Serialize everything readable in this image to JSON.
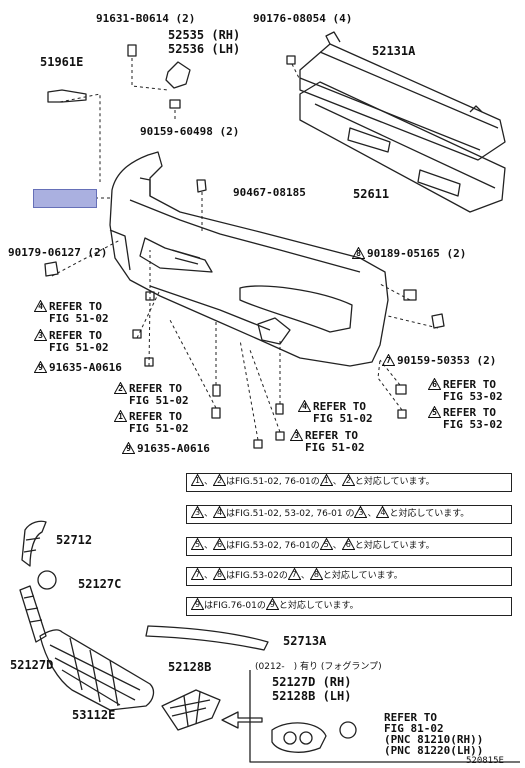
{
  "parts": {
    "p91631": "91631-B0614 (2)",
    "p52535": "52535 (RH)",
    "p52536": "52536 (LH)",
    "p90176": "90176-08054 (4)",
    "p52131A": "52131A",
    "p51961E": "51961E",
    "p90159a": "90159-60498 (2)",
    "p52611": "52611",
    "p90467": "90467-08185",
    "p90179": "90179-06127 (2)",
    "p90189": "90189-05165 (2)",
    "p91635a": "91635-A0616",
    "p90159b": "90159-50353 (2)",
    "p91635b": "91635-A0616",
    "p52712": "52712",
    "p52127C": "52127C",
    "p52127D": "52127D",
    "p53112E": "53112E",
    "p52128B": "52128B",
    "p52713A": "52713A",
    "p52127D_rh": "52127D (RH)",
    "p52128B_lh": "52128B (LH)"
  },
  "refs": {
    "r4": {
      "tri": "4",
      "l1": "REFER TO",
      "l2": "FIG 51-02"
    },
    "r3": {
      "tri": "3",
      "l1": "REFER TO",
      "l2": "FIG 51-02"
    },
    "r9": {
      "tri": "9"
    },
    "r2": {
      "tri": "2",
      "l1": "REFER TO",
      "l2": "FIG 51-02"
    },
    "r1": {
      "tri": "1",
      "l1": "REFER TO",
      "l2": "FIG 51-02"
    },
    "r4b": {
      "tri": "4",
      "l1": "REFER TO",
      "l2": "FIG 51-02"
    },
    "r3b": {
      "tri": "3",
      "l1": "REFER TO",
      "l2": "FIG 51-02"
    },
    "r9b": {
      "tri": "9"
    },
    "r6": {
      "tri": "6",
      "l1": "REFER TO",
      "l2": "FIG 53-02"
    },
    "r5": {
      "tri": "5",
      "l1": "REFER TO",
      "l2": "FIG 53-02"
    },
    "r8": {
      "tri": "8"
    },
    "r7": {
      "tri": "7"
    }
  },
  "notes": [
    {
      "a": "1",
      "b": "2",
      "mid": "はFIG.51-02, 76-01の",
      "c": "1",
      "d": "2",
      "end": "と対応しています。"
    },
    {
      "a": "3",
      "b": "4",
      "mid": "はFIG.51-02, 53-02, 76-01 の",
      "c": "3",
      "d": "4",
      "end": "と対応しています。"
    },
    {
      "a": "5",
      "b": "6",
      "mid": "はFIG.53-02, 76-01の",
      "c": "5",
      "d": "6",
      "end": "と対応しています。"
    },
    {
      "a": "7",
      "b": "8",
      "mid": "はFIG.53-02の",
      "c": "7",
      "d": "8",
      "end": "と対応しています。"
    },
    {
      "a": "9",
      "mid": "はFIG.76-01の",
      "c": "9",
      "end": "と対応しています。"
    }
  ],
  "fog": {
    "header": "(0212-　) 有り (フォグランプ)",
    "refer1": "REFER TO",
    "refer2": "FIG 81-02",
    "pnc1": "(PNC 81210(RH))",
    "pnc2": "(PNC 81220(LH))"
  },
  "code": "520815E"
}
